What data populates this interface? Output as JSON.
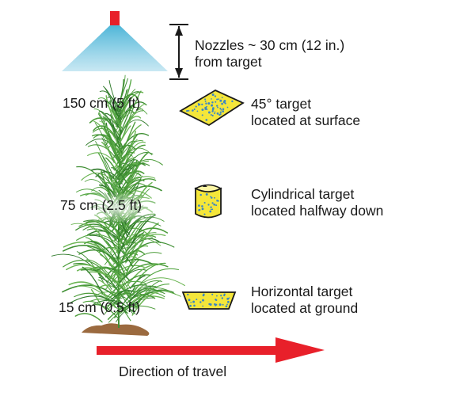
{
  "labels": {
    "nozzle_note": "Nozzles ~ 30 cm (12 in.)\nfrom target",
    "height_top": "150 cm (5 ft)",
    "height_mid": "75 cm (2.5 ft)",
    "height_bottom": "15 cm (0.5 ft)",
    "target_top": "45° target\nlocated at surface",
    "target_mid": "Cylindrical target\nlocated halfway down",
    "target_bottom": "Horizontal target\nlocated at ground",
    "direction": "Direction of travel"
  },
  "colors": {
    "nozzle": "#e8202a",
    "spray": "#7ccbe2",
    "plant": "#4c9c3a",
    "target_paper": "#f4e63a",
    "droplet": "#3c86c4",
    "soil": "#9b6a3f",
    "arrow": "#e8202a",
    "text": "#1a1a1a"
  },
  "icons": [
    "spray-nozzle-icon",
    "dimension-arrow-icon",
    "grass-plant-icon",
    "target-card-icon",
    "cylinder-target-icon",
    "direction-arrow-icon"
  ]
}
